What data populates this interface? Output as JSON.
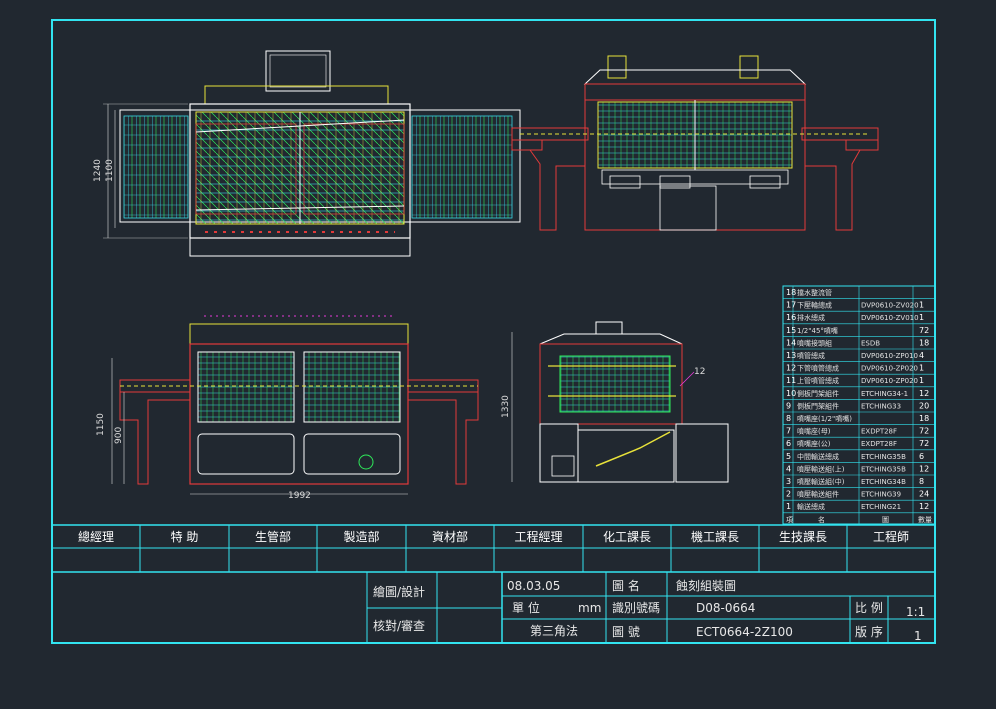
{
  "colors": {
    "background": "#212830",
    "frame": "#32e4f0",
    "outline": "#ffffff",
    "machine_red": "#e23a3a",
    "machine_yellow": "#e8e23a",
    "rollers_cyan": "#37d7e6",
    "rollers_green": "#2ee85a",
    "accent_magenta": "#e83ad8"
  },
  "dimensions": {
    "top_view_outer": "1240",
    "top_view_inner": "1100",
    "front_left_outer": "1150",
    "front_left_inner": "900",
    "front_width": "1992",
    "side_height": "1330",
    "side_callout": "12"
  },
  "bom": {
    "rows": [
      {
        "no": "18",
        "name": "擋水整流管",
        "spec": "",
        "qty": ""
      },
      {
        "no": "17",
        "name": "下壓輪總成",
        "spec": "DVP0610-ZV020",
        "qty": "1"
      },
      {
        "no": "16",
        "name": "排水總成",
        "spec": "DVP0610-ZV010",
        "qty": "1"
      },
      {
        "no": "15",
        "name": "1/2\"45°噴嘴",
        "spec": "",
        "qty": "72"
      },
      {
        "no": "14",
        "name": "噴嘴接頭組",
        "spec": "ESDB",
        "qty": "18"
      },
      {
        "no": "13",
        "name": "噴管總成",
        "spec": "DVP0610-ZP010",
        "qty": "4"
      },
      {
        "no": "12",
        "name": "下管噴管總成",
        "spec": "DVP0610-ZP020",
        "qty": "1"
      },
      {
        "no": "11",
        "name": "上管噴管總成",
        "spec": "DVP0610-ZP020",
        "qty": "1"
      },
      {
        "no": "10",
        "name": "側板門架組件",
        "spec": "ETCHING34-1",
        "qty": "12"
      },
      {
        "no": "9",
        "name": "側板門架組件",
        "spec": "ETCHING33",
        "qty": "20"
      },
      {
        "no": "8",
        "name": "噴嘴座(1/2\"噴嘴)",
        "spec": "",
        "qty": "18"
      },
      {
        "no": "7",
        "name": "噴嘴座(母)",
        "spec": "EXDPT28F",
        "qty": "72"
      },
      {
        "no": "6",
        "name": "噴嘴座(公)",
        "spec": "EXDPT28F",
        "qty": "72"
      },
      {
        "no": "5",
        "name": "中間輸送總成",
        "spec": "ETCHING35B",
        "qty": "6"
      },
      {
        "no": "4",
        "name": "噴壓輸送組(上)",
        "spec": "ETCHING35B",
        "qty": "12"
      },
      {
        "no": "3",
        "name": "噴壓輸送組(中)",
        "spec": "ETCHING34B",
        "qty": "8"
      },
      {
        "no": "2",
        "name": "噴壓輸送組件",
        "spec": "ETCHING39",
        "qty": "24"
      },
      {
        "no": "1",
        "name": "輸送總成",
        "spec": "ETCHING21",
        "qty": "12"
      }
    ],
    "header": {
      "no": "項",
      "name": "名",
      "spec": "圖",
      "qty": "數量"
    }
  },
  "title_block": {
    "roles": [
      "總經理",
      "特 助",
      "生管部",
      "製造部",
      "資材部",
      "工程經理",
      "化工課長",
      "機工課長",
      "生技課長",
      "工程師"
    ],
    "draw_design_label": "繪圖/設計",
    "check_review_label": "核對/審查",
    "date": "08.03.05",
    "unit_label": "單 位",
    "unit_value": "mm",
    "projection": "第三角法",
    "drawing_name_label": "圖 名",
    "drawing_name": "蝕刻組裝圖",
    "id_code_label": "識別號碼",
    "id_code": "D08-0664",
    "drawing_no_label": "圖 號",
    "drawing_no": "ECT0664-2Z100",
    "scale_label": "比 例",
    "scale": "1:1",
    "version_label": "版 序",
    "version": "1"
  }
}
